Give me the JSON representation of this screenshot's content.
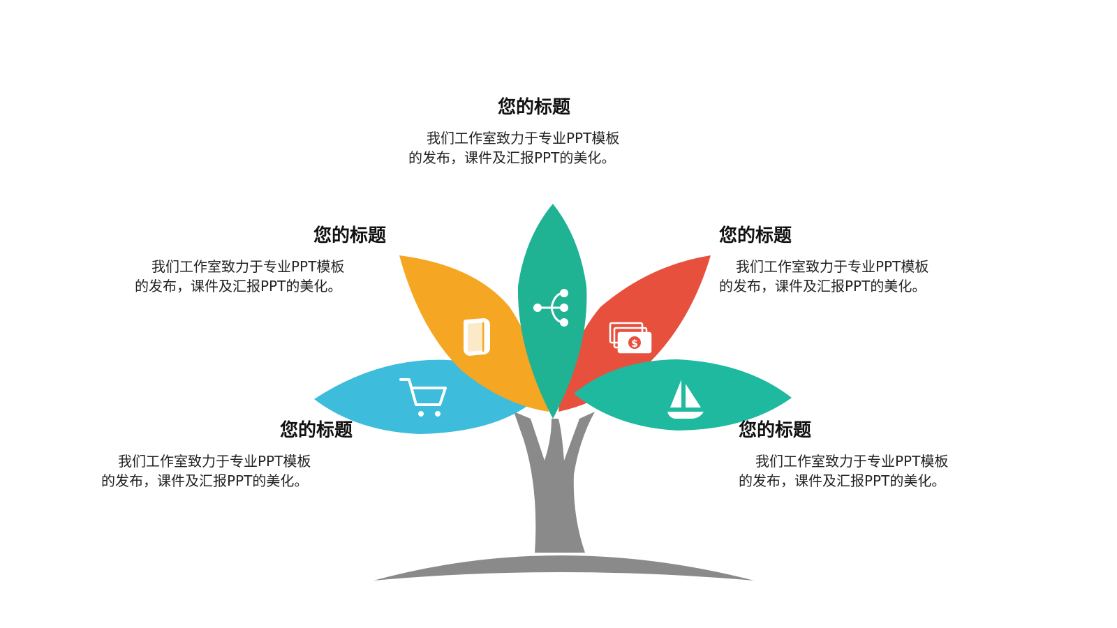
{
  "colors": {
    "trunk": "#8a8a8a",
    "leaf_blue": "#3dbcdc",
    "leaf_orange": "#f5a623",
    "leaf_teal": "#1fb394",
    "leaf_red": "#e8503e",
    "leaf_green": "#1fb9a0",
    "icon": "#ffffff"
  },
  "leaves": [
    {
      "id": "top",
      "color": "leaf_teal",
      "icon": "share-icon"
    },
    {
      "id": "upper-left",
      "color": "leaf_orange",
      "icon": "book-icon"
    },
    {
      "id": "upper-right",
      "color": "leaf_red",
      "icon": "money-icon"
    },
    {
      "id": "lower-left",
      "color": "leaf_blue",
      "icon": "shopping-cart-icon"
    },
    {
      "id": "lower-right",
      "color": "leaf_green",
      "icon": "sailboat-icon"
    }
  ],
  "blocks": {
    "top": {
      "title": "您的标题",
      "desc": "我们工作室致力于专业PPT模板\n的发布，课件及汇报PPT的美化。"
    },
    "upper_left": {
      "title": "您的标题",
      "desc": "我们工作室致力于专业PPT模板\n的发布，课件及汇报PPT的美化。"
    },
    "upper_right": {
      "title": "您的标题",
      "desc": "我们工作室致力于专业PPT模板\n的发布，课件及汇报PPT的美化。"
    },
    "lower_left": {
      "title": "您的标题",
      "desc": "我们工作室致力于专业PPT模板\n的发布，课件及汇报PPT的美化。"
    },
    "lower_right": {
      "title": "您的标题",
      "desc": "我们工作室致力于专业PPT模板\n的发布，课件及汇报PPT的美化。"
    }
  }
}
